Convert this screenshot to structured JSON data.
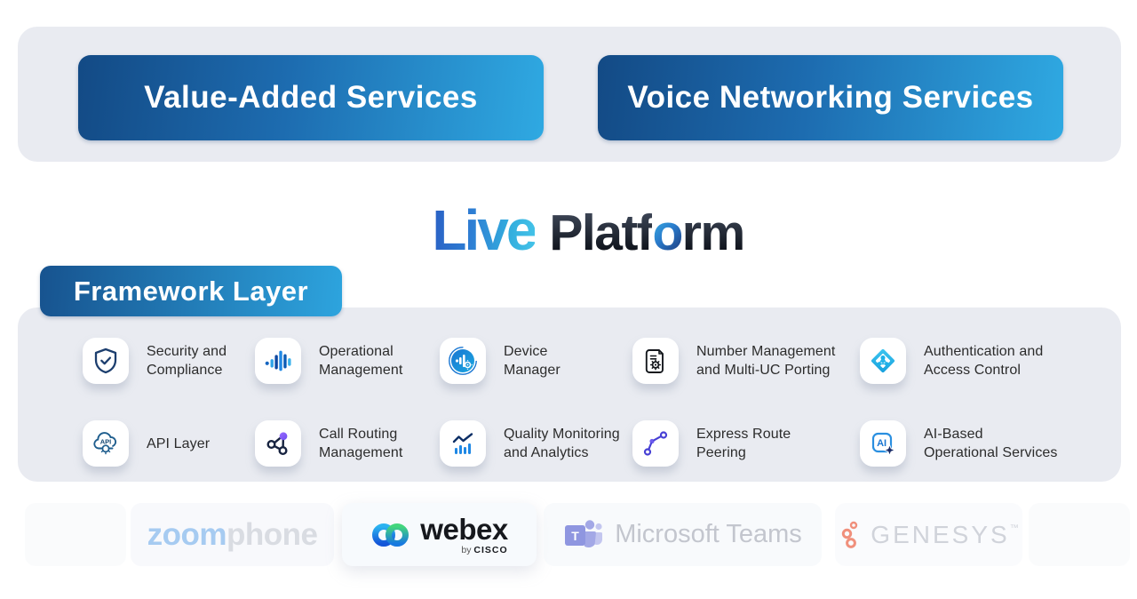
{
  "services": {
    "value_added": "Value-Added Services",
    "voice_networking": "Voice Networking Services"
  },
  "logo": {
    "live": "Live",
    "platform_pre": "Platf",
    "platform_o": "o",
    "platform_post": "rm"
  },
  "framework": {
    "tab": "Framework Layer",
    "items": [
      {
        "icon": "shield-check-icon",
        "line1": "Security and",
        "line2": "Compliance"
      },
      {
        "icon": "equalizer-bars-icon",
        "line1": "Operational",
        "line2": "Management"
      },
      {
        "icon": "device-manager-icon",
        "line1": "Device",
        "line2": "Manager"
      },
      {
        "icon": "document-gear-icon",
        "line1": "Number Management",
        "line2": "and Multi-UC Porting"
      },
      {
        "icon": "identity-diamond-icon",
        "line1": "Authentication and",
        "line2": "Access Control"
      },
      {
        "icon": "api-cloud-icon",
        "line1": "API Layer",
        "line2": ""
      },
      {
        "icon": "share-nodes-icon",
        "line1": "Call Routing",
        "line2": "Management"
      },
      {
        "icon": "chart-trend-icon",
        "line1": "Quality Monitoring",
        "line2": "and Analytics"
      },
      {
        "icon": "route-nodes-icon",
        "line1": "Express Route",
        "line2": "Peering"
      },
      {
        "icon": "ai-sparkle-icon",
        "line1": "AI-Based",
        "line2": "Operational Services"
      }
    ],
    "api_icon_text": "API",
    "ai_icon_text": "AI"
  },
  "partners": {
    "zoom": {
      "part1": "zoom",
      "part2": "phone"
    },
    "webex": {
      "name": "webex",
      "by": "by",
      "brand": "CISCO"
    },
    "teams": {
      "name": "Microsoft Teams",
      "icon_letter": "T"
    },
    "genesys": {
      "name": "GENESYS",
      "tm": "™"
    }
  },
  "colors": {
    "pill_gradient_start": "#134a85",
    "pill_gradient_end": "#2fa9e2",
    "panel_bg": "#e9ebf1",
    "label_text": "#2c2c2c"
  }
}
